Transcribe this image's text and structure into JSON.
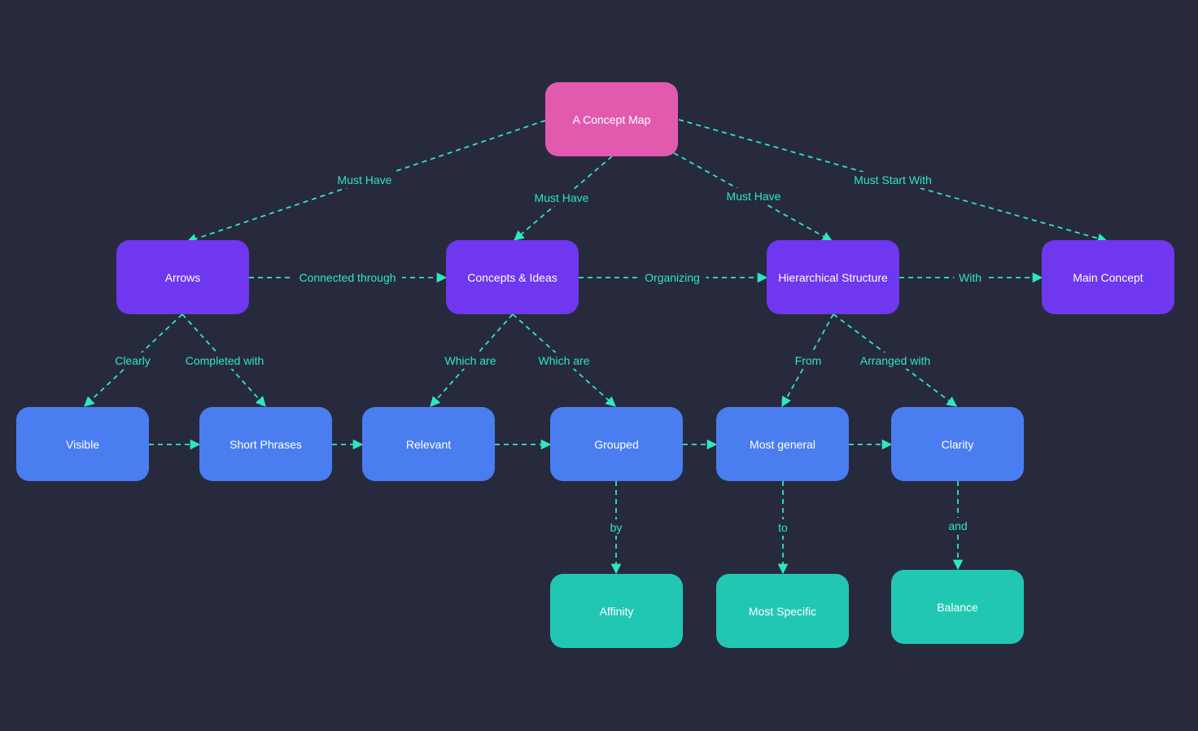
{
  "colors": {
    "background": "#272a3d",
    "root": "#e25aae",
    "level1": "#6f37ef",
    "level2": "#4a7df0",
    "leaf": "#22c7b4",
    "edge": "#2ee6c4"
  },
  "nodes": [
    {
      "id": "concept-map",
      "label": "A Concept Map",
      "level": "root"
    },
    {
      "id": "arrows",
      "label": "Arrows",
      "level": "level1"
    },
    {
      "id": "concepts-ideas",
      "label": "Concepts & Ideas",
      "level": "level1"
    },
    {
      "id": "hierarchical-structure",
      "label": "Hierarchical Structure",
      "level": "level1"
    },
    {
      "id": "main-concept",
      "label": "Main Concept",
      "level": "level1"
    },
    {
      "id": "visible",
      "label": "Visible",
      "level": "level2"
    },
    {
      "id": "short-phrases",
      "label": "Short Phrases",
      "level": "level2"
    },
    {
      "id": "relevant",
      "label": "Relevant",
      "level": "level2"
    },
    {
      "id": "grouped",
      "label": "Grouped",
      "level": "level2"
    },
    {
      "id": "most-general",
      "label": "Most general",
      "level": "level2"
    },
    {
      "id": "clarity",
      "label": "Clarity",
      "level": "level2"
    },
    {
      "id": "affinity",
      "label": "Affinity",
      "level": "leaf"
    },
    {
      "id": "most-specific",
      "label": "Most Specific",
      "level": "leaf"
    },
    {
      "id": "balance",
      "label": "Balance",
      "level": "leaf"
    }
  ],
  "edges": [
    {
      "from": "concept-map",
      "to": "arrows",
      "label": "Must Have"
    },
    {
      "from": "concept-map",
      "to": "concepts-ideas",
      "label": "Must Have"
    },
    {
      "from": "concept-map",
      "to": "hierarchical-structure",
      "label": "Must Have"
    },
    {
      "from": "concept-map",
      "to": "main-concept",
      "label": "Must Start With"
    },
    {
      "from": "arrows",
      "to": "concepts-ideas",
      "label": "Connected through"
    },
    {
      "from": "concepts-ideas",
      "to": "hierarchical-structure",
      "label": "Organizing"
    },
    {
      "from": "hierarchical-structure",
      "to": "main-concept",
      "label": "With"
    },
    {
      "from": "arrows",
      "to": "visible",
      "label": "Clearly"
    },
    {
      "from": "arrows",
      "to": "short-phrases",
      "label": "Completed with"
    },
    {
      "from": "concepts-ideas",
      "to": "relevant",
      "label": "Which are"
    },
    {
      "from": "concepts-ideas",
      "to": "grouped",
      "label": "Which are"
    },
    {
      "from": "hierarchical-structure",
      "to": "most-general",
      "label": "From"
    },
    {
      "from": "hierarchical-structure",
      "to": "clarity",
      "label": "Arranged with"
    },
    {
      "from": "visible",
      "to": "short-phrases",
      "label": ""
    },
    {
      "from": "short-phrases",
      "to": "relevant",
      "label": ""
    },
    {
      "from": "relevant",
      "to": "grouped",
      "label": ""
    },
    {
      "from": "grouped",
      "to": "most-general",
      "label": ""
    },
    {
      "from": "most-general",
      "to": "clarity",
      "label": ""
    },
    {
      "from": "grouped",
      "to": "affinity",
      "label": "by"
    },
    {
      "from": "most-general",
      "to": "most-specific",
      "label": "to"
    },
    {
      "from": "clarity",
      "to": "balance",
      "label": "and"
    }
  ]
}
